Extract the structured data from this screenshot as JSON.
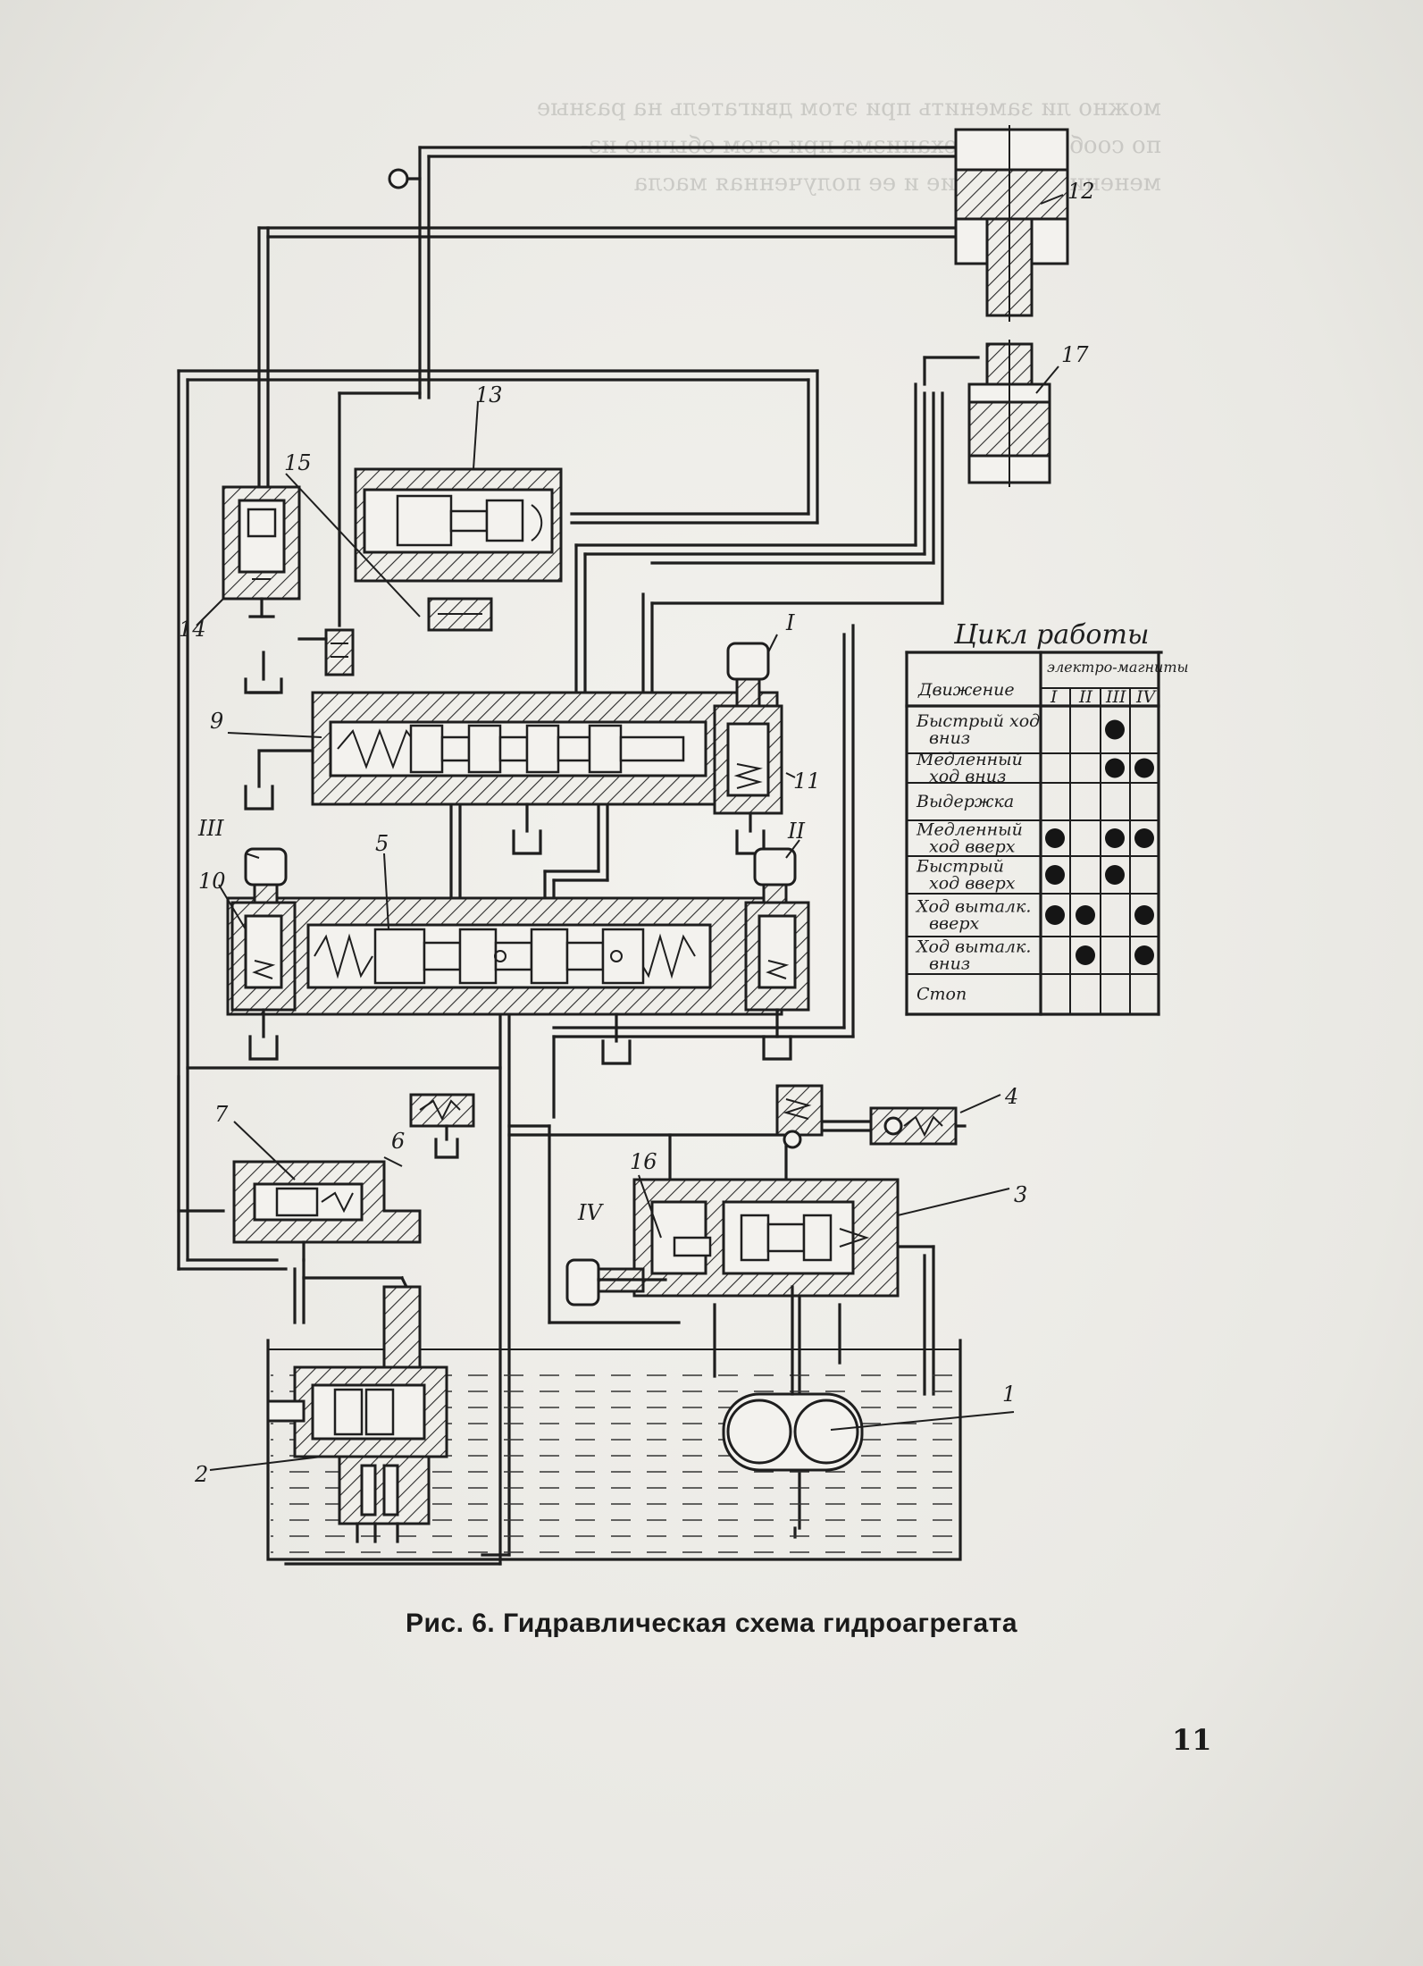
{
  "bleed_lines": [
    "можно ли заменить при этом двигатель на разные",
    "по сообщению механизма при этом обычно из-",
    "менение, давление и ее полученная масла"
  ],
  "diagram": {
    "part_labels": {
      "p1": "1",
      "p2": "2",
      "p3": "3",
      "p4": "4",
      "p5": "5",
      "p6": "6",
      "p7": "7",
      "p9": "9",
      "p10": "10",
      "p11": "11",
      "p12": "12",
      "p13": "13",
      "p14": "14",
      "p15": "15",
      "p16": "16",
      "p17": "17",
      "mI": "I",
      "mII": "II",
      "mIII": "III",
      "mIV": "IV"
    },
    "table": {
      "title": "Цикл работы",
      "col_header_movement": "Движение",
      "col_header_group": "электро-магниты",
      "magnets": [
        "I",
        "II",
        "III",
        "IV"
      ],
      "rows": [
        {
          "label": [
            "Быстрый ход",
            "вниз"
          ],
          "on": [
            false,
            false,
            true,
            false
          ]
        },
        {
          "label": [
            "Медленный",
            "ход вниз"
          ],
          "on": [
            false,
            false,
            true,
            true
          ]
        },
        {
          "label": [
            "Выдержка"
          ],
          "on": [
            false,
            false,
            false,
            false
          ]
        },
        {
          "label": [
            "Медленный",
            "ход вверх"
          ],
          "on": [
            true,
            false,
            true,
            true
          ]
        },
        {
          "label": [
            "Быстрый",
            "ход вверх"
          ],
          "on": [
            true,
            false,
            true,
            false
          ]
        },
        {
          "label": [
            "Ход выталк.",
            "вверх"
          ],
          "on": [
            true,
            true,
            false,
            true
          ]
        },
        {
          "label": [
            "Ход выталк.",
            "вниз"
          ],
          "on": [
            false,
            true,
            false,
            true
          ]
        },
        {
          "label": [
            "Стоп"
          ],
          "on": [
            false,
            false,
            false,
            false
          ]
        }
      ]
    }
  },
  "caption": "Рис. 6. Гидравлическая схема гидроагрегата",
  "page_number": "11"
}
